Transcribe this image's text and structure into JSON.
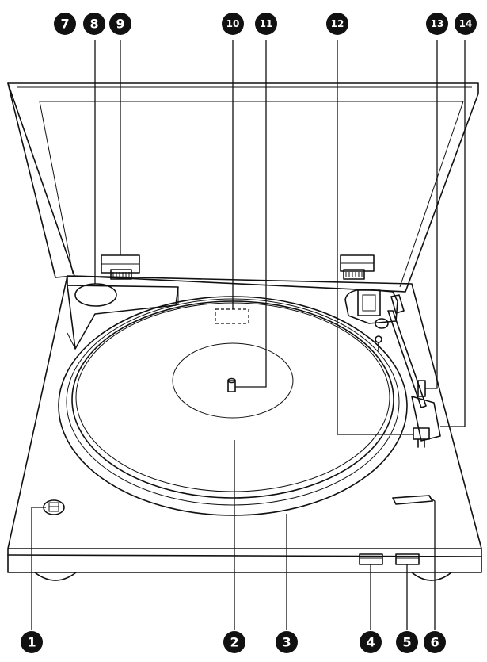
{
  "callouts": [
    {
      "id": "1",
      "label": "1",
      "part": "power-switch"
    },
    {
      "id": "2",
      "label": "2",
      "part": "platter"
    },
    {
      "id": "3",
      "label": "3",
      "part": "platter-rim"
    },
    {
      "id": "4",
      "label": "4",
      "part": "front-button-left"
    },
    {
      "id": "5",
      "label": "5",
      "part": "front-button-right"
    },
    {
      "id": "6",
      "label": "6",
      "part": "cueing-lever"
    },
    {
      "id": "7",
      "label": "7",
      "part": "dust-cover"
    },
    {
      "id": "8",
      "label": "8",
      "part": "adapter-holder"
    },
    {
      "id": "9",
      "label": "9",
      "part": "hinge-left"
    },
    {
      "id": "10",
      "label": "10",
      "part": "drive-belt-area"
    },
    {
      "id": "11",
      "label": "11",
      "part": "center-spindle"
    },
    {
      "id": "12",
      "label": "12",
      "part": "headshell"
    },
    {
      "id": "13",
      "label": "13",
      "part": "tonearm-rest"
    },
    {
      "id": "14",
      "label": "14",
      "part": "tonearm"
    }
  ],
  "colors": {
    "ink": "#111111",
    "paper": "#ffffff"
  }
}
